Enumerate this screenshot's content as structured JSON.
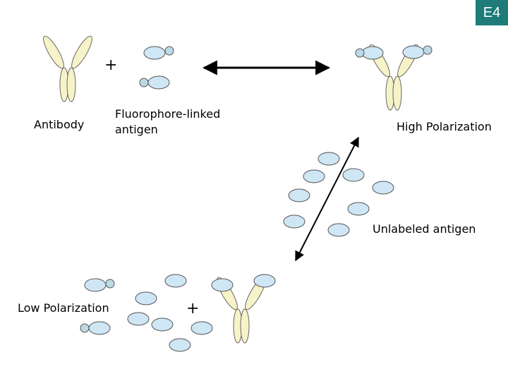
{
  "slide_badge": "E4",
  "labels": {
    "antibody": "Antibody",
    "fluoro_line1": "Fluorophore-linked",
    "fluoro_line2": "antigen",
    "high_polarization": "High Polarization",
    "unlabeled_antigen": "Unlabeled antigen",
    "low_polarization": "Low Polarization"
  },
  "symbols": {
    "plus": "+"
  },
  "colors": {
    "antigen_fill": "#cfe6f5",
    "fluorophore_fill": "#bcd9e6",
    "antibody_fill": "#f7f3c8",
    "outline": "#555555",
    "badge": "#1f7a7a"
  }
}
